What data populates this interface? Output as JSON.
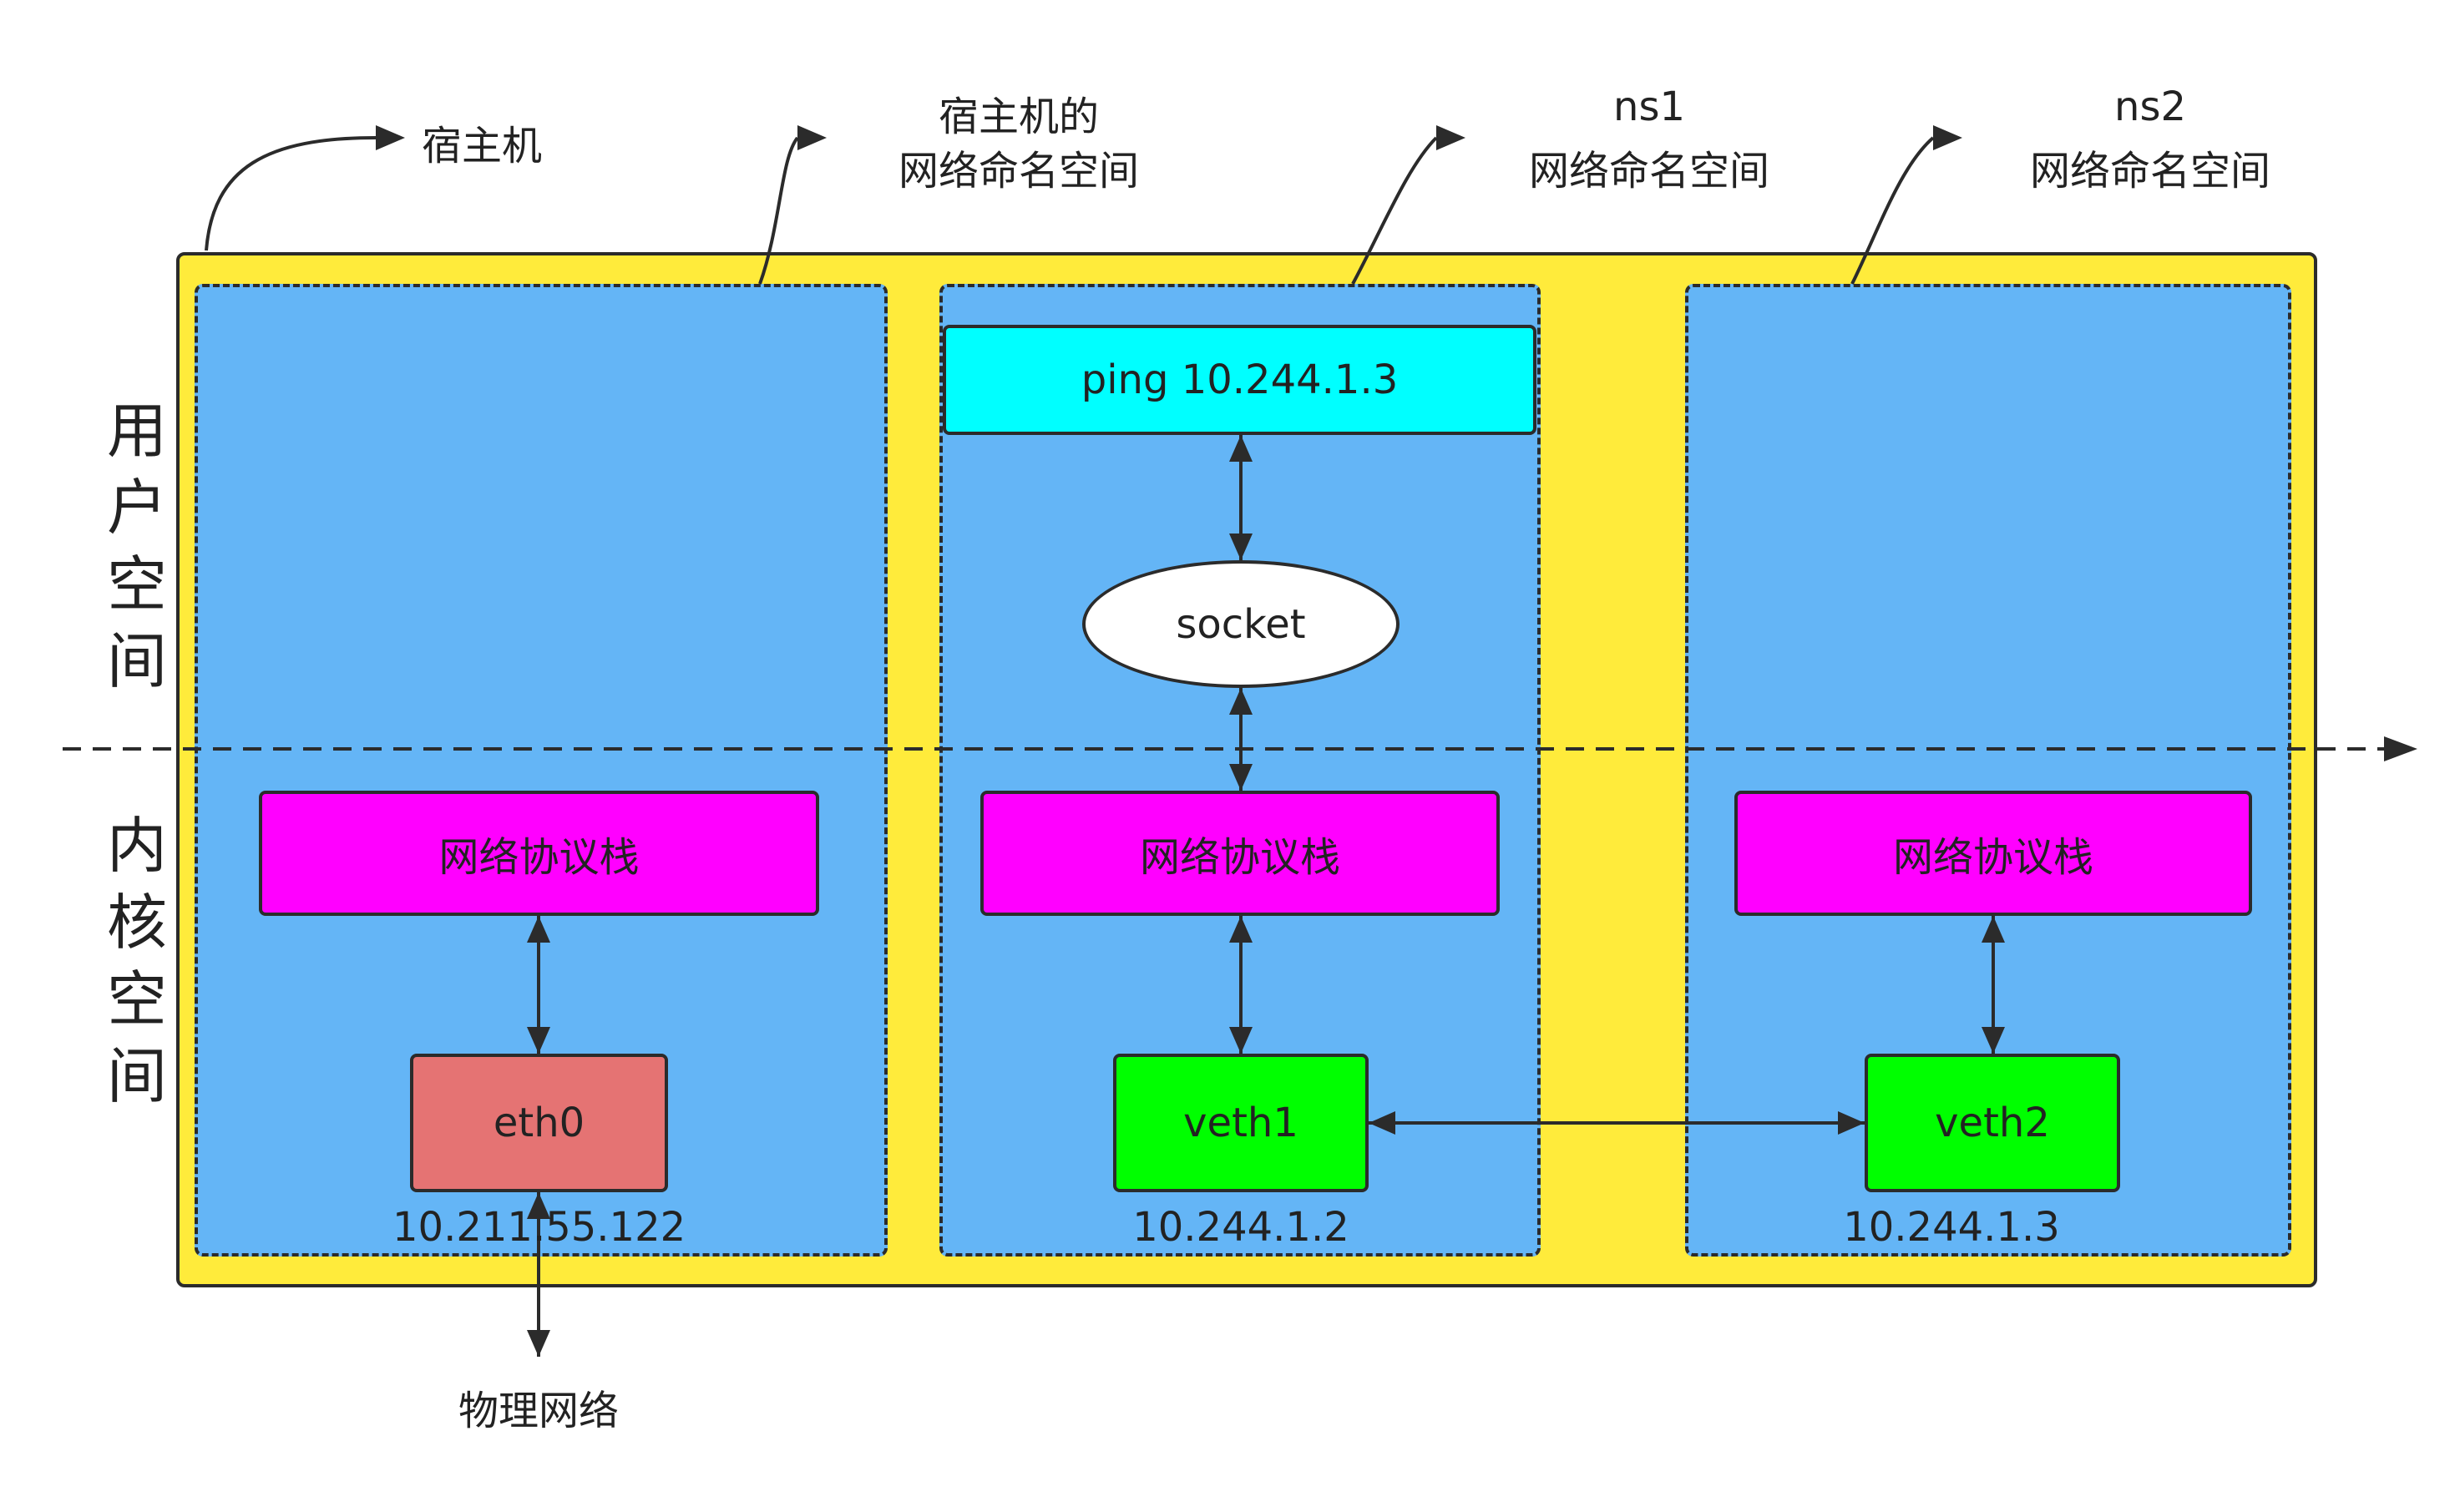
{
  "side_labels": {
    "user_space": [
      "用",
      "户",
      "空",
      "间"
    ],
    "kernel_space": [
      "内",
      "核",
      "空",
      "间"
    ]
  },
  "callouts": {
    "host": "宿主机",
    "host_ns_line1": "宿主机的",
    "host_ns_line2": "网络命名空间",
    "ns1_line1": "ns1",
    "ns1_line2": "网络命名空间",
    "ns2_line1": "ns2",
    "ns2_line2": "网络命名空间"
  },
  "nodes": {
    "ping": "ping 10.244.1.3",
    "socket": "socket",
    "stack_host": "网络协议栈",
    "stack_ns1": "网络协议栈",
    "stack_ns2": "网络协议栈",
    "eth0": "eth0",
    "veth1": "veth1",
    "veth2": "veth2"
  },
  "addresses": {
    "eth0_ip": "10.211.55.122",
    "veth1_ip": "10.244.1.2",
    "veth2_ip": "10.244.1.3"
  },
  "external": {
    "physical_network": "物理网络"
  },
  "colors": {
    "host_fill": "#ffeb3b",
    "namespace_fill": "#64b5f6",
    "stack_fill": "#ff00ff",
    "ping_fill": "#00ffff",
    "eth0_fill": "#e57373",
    "veth_fill": "#00ff00"
  }
}
